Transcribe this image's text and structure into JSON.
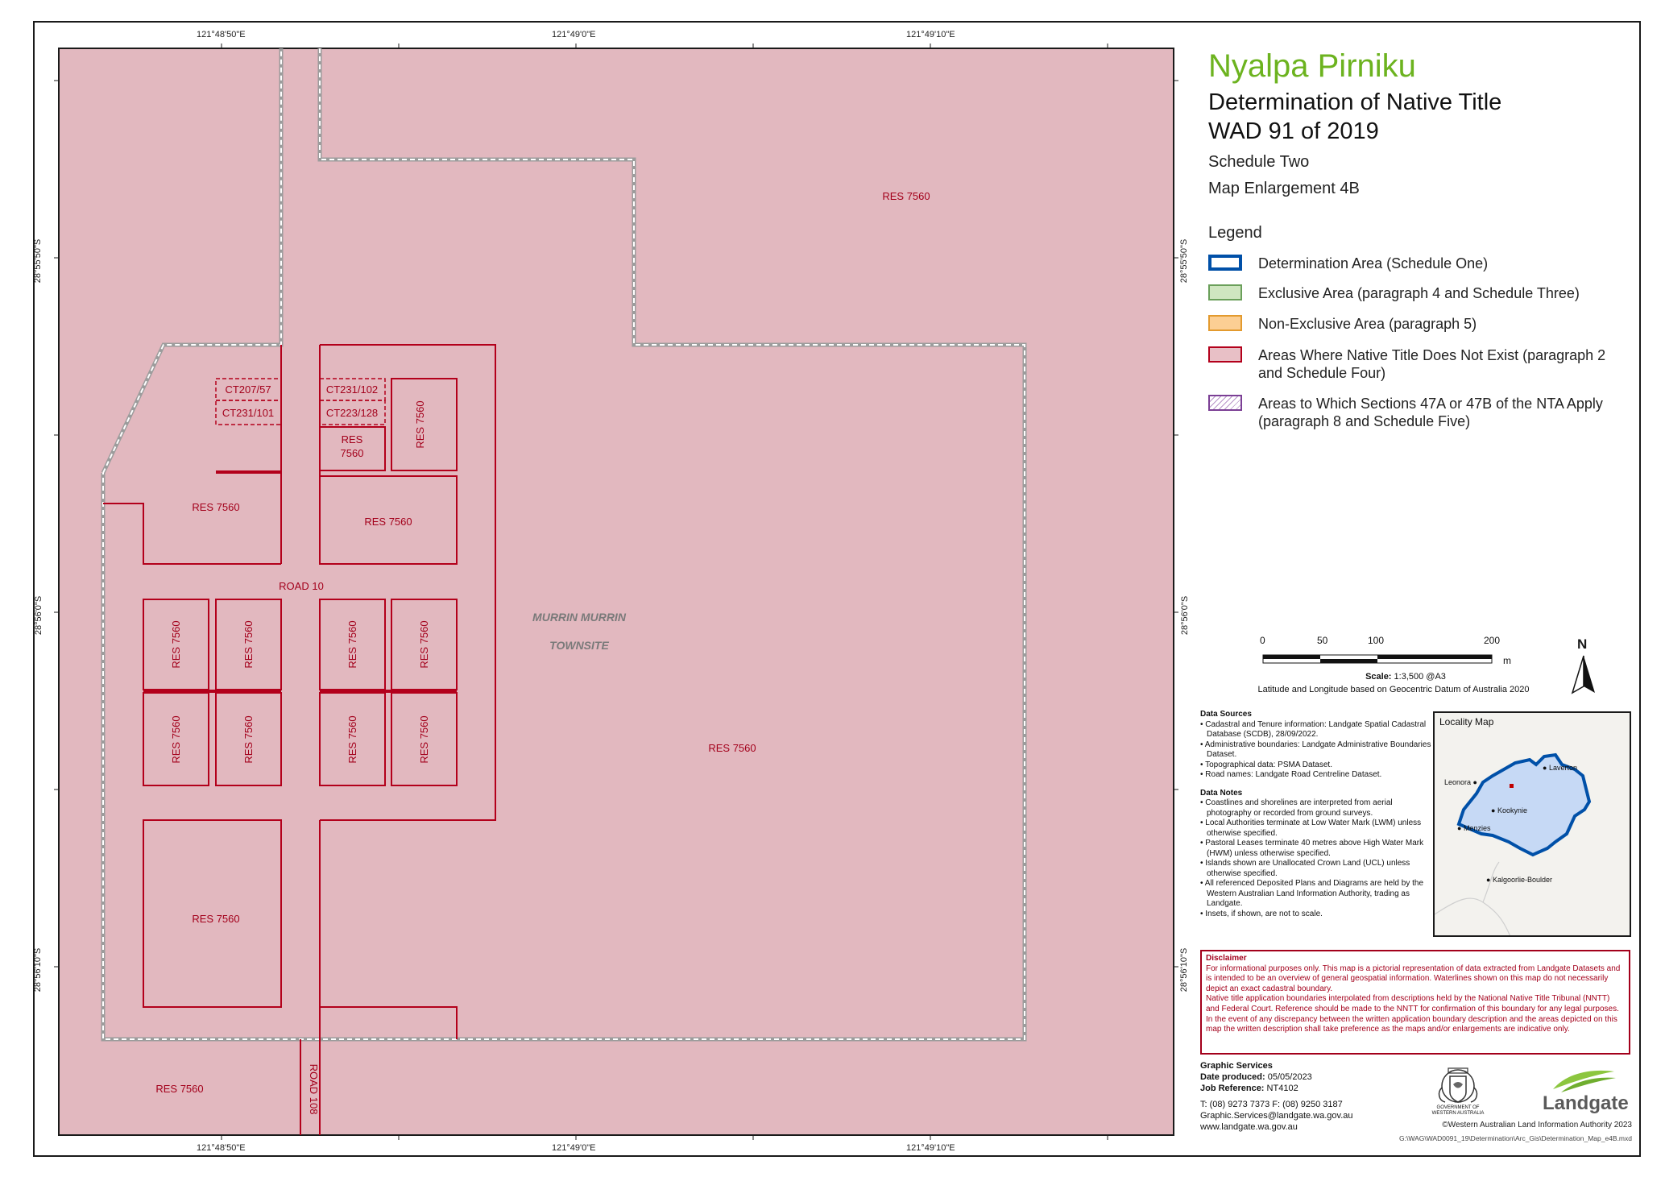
{
  "map": {
    "coords_top": [
      "121°48'50\"E",
      "121°49'0\"E",
      "121°49'10\"E"
    ],
    "coords_bottom": [
      "121°48'50\"E",
      "121°49'0\"E",
      "121°49'10\"E"
    ],
    "coords_left": [
      "28°55'50\"S",
      "28°56'0\"S",
      "28°56'10\"S"
    ],
    "coords_right": [
      "28°55'50\"S",
      "28°56'0\"S",
      "28°56'10\"S"
    ],
    "labels": {
      "res_main_ne": "RES 7560",
      "res_main_center": "RES 7560",
      "res_sw": "RES 7560",
      "res_nw_block": "RES 7560",
      "res_mid_block": "RES 7560",
      "res_small_a": "RES",
      "res_small_b": "7560",
      "res_tall_top": "RES 7560",
      "res_large_sw": "RES 7560",
      "v1": "RES 7560",
      "v2": "RES 7560",
      "v3": "RES 7560",
      "v4": "RES 7560",
      "v5": "RES 7560",
      "v6": "RES 7560",
      "v7": "RES 7560",
      "v8": "RES 7560",
      "ct1": "CT207/57",
      "ct2": "CT231/101",
      "ct3": "CT231/102",
      "ct4": "CT223/128",
      "road10": "ROAD 10",
      "road108": "ROAD 108",
      "town1": "MURRIN MURRIN",
      "town2": "TOWNSITE"
    }
  },
  "colors": {
    "map_fill": "#e2b8bf",
    "parcel_line": "#b3001b",
    "title_green": "#6cb31f",
    "determination_blue": "#0050a8",
    "exclusive_green": "#cfe6c0",
    "nonexclusive_orange": "#fccf94",
    "nte_red": "#e8c0c6",
    "sections_purple": "#7b3f95"
  },
  "title": {
    "main": "Nyalpa Pirniku",
    "determination": "Determination of Native Title",
    "wad": "WAD 91 of 2019",
    "schedule": "Schedule Two",
    "enlargement": "Map Enlargement 4B"
  },
  "legend": {
    "title": "Legend",
    "items": [
      {
        "label": "Determination Area (Schedule One)"
      },
      {
        "label": "Exclusive Area (paragraph 4 and Schedule Three)"
      },
      {
        "label": "Non-Exclusive Area (paragraph 5)"
      },
      {
        "label": "Areas Where Native Title Does Not Exist (paragraph 2 and Schedule Four)"
      },
      {
        "label": "Areas to Which Sections 47A or 47B of the NTA Apply (paragraph 8 and Schedule Five)"
      }
    ]
  },
  "scale": {
    "ticks": [
      "0",
      "50",
      "100",
      "200"
    ],
    "unit": "m",
    "scale_label": "Scale:",
    "scale_value": "1:3,500 @A3",
    "datum": "Latitude and Longitude based on Geocentric Datum of Australia 2020",
    "north": "N"
  },
  "sources": {
    "heading": "Data Sources",
    "items": [
      "Cadastral and Tenure information: Landgate Spatial Cadastral Database (SCDB), 28/09/2022.",
      "Administrative boundaries: Landgate Administrative Boundaries Dataset.",
      "Topographical data: PSMA Dataset.",
      "Road names: Landgate Road Centreline Dataset."
    ],
    "notes_heading": "Data Notes",
    "notes": [
      "Coastlines and shorelines are interpreted from aerial photography or recorded from ground surveys.",
      "Local Authorities terminate at Low Water Mark (LWM) unless otherwise specified.",
      "Pastoral Leases terminate 40 metres above High Water Mark (HWM) unless otherwise specified.",
      "Islands shown are Unallocated Crown Land (UCL) unless otherwise specified.",
      "All referenced Deposited Plans and Diagrams are held by the Western Australian Land Information Authority, trading as Landgate.",
      "Insets, if shown, are not to scale."
    ]
  },
  "locality": {
    "title": "Locality Map",
    "places": [
      "Laverton",
      "Leonora",
      "Kookynie",
      "Menzies",
      "Kalgoorlie-Boulder"
    ]
  },
  "disclaimer": {
    "heading": "Disclaimer",
    "p1": "For informational purposes only. This map is a pictorial representation of data extracted from Landgate Datasets and is intended to be an overview of general geospatial information. Waterlines shown on this map do not necessarily depict an exact cadastral boundary.",
    "p2": "Native title application boundaries interpolated from descriptions held by the National Native Title Tribunal (NNTT) and Federal Court. Reference should be made to the NNTT for confirmation of this boundary for any legal purposes. In the event of any discrepancy between the written application boundary description and the areas depicted on this map the written description shall take preference as the maps and/or enlargements are indicative only."
  },
  "graphic": {
    "heading": "Graphic Services",
    "date_label": "Date produced:",
    "date_value": "05/05/2023",
    "job_label": "Job Reference:",
    "job_value": "NT4102",
    "phone": "T: (08) 9273 7373   F: (08) 9250 3187",
    "email": "Graphic.Services@landgate.wa.gov.au",
    "web": "www.landgate.wa.gov.au"
  },
  "logos": {
    "gov_line1": "GOVERNMENT OF",
    "gov_line2": "WESTERN AUSTRALIA",
    "landgate": "Landgate"
  },
  "footer": {
    "copyright": "©Western Australian Land Information Authority 2023",
    "filepath": "G:\\WAG\\WAD0091_19\\Determination\\Arc_Gis\\Determination_Map_e4B.mxd"
  }
}
